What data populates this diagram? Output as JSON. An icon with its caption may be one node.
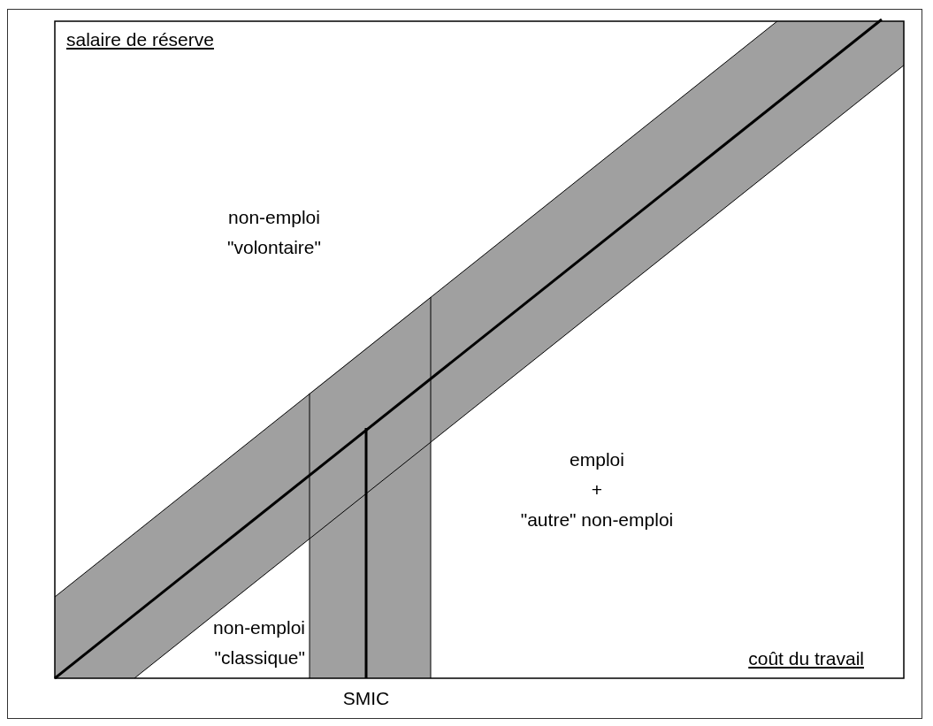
{
  "diagram": {
    "labels": [
      "salaire de réserve",
      "non-emploi \"volontaire\"",
      "emploi + \"autre\" non-emploi",
      "non-emploi \"classique\"",
      "coût du travail",
      "SMIC"
    ]
  }
}
